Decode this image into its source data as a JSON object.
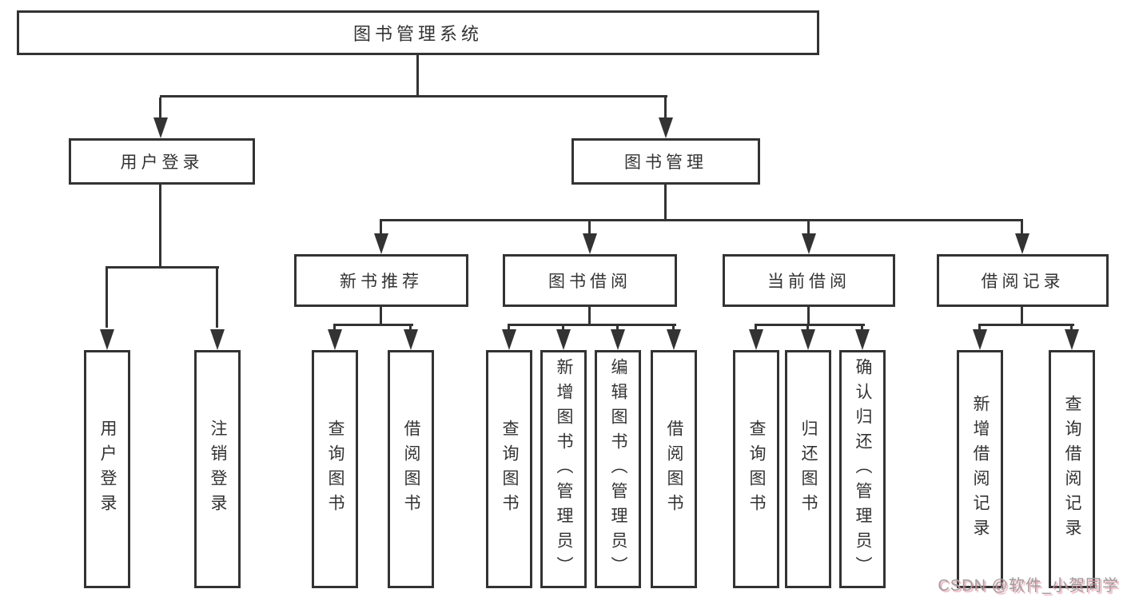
{
  "tree": {
    "root": {
      "label": "图书管理系统"
    },
    "level2": [
      {
        "label": "用户登录",
        "children": [
          {
            "label": "用户登录"
          },
          {
            "label": "注销登录"
          }
        ]
      },
      {
        "label": "图书管理",
        "children": [
          {
            "label": "新书推荐",
            "children": [
              {
                "label": "查询图书"
              },
              {
                "label": "借阅图书"
              }
            ]
          },
          {
            "label": "图书借阅",
            "children": [
              {
                "label": "查询图书"
              },
              {
                "label": "新增图书（管理员）"
              },
              {
                "label": "编辑图书（管理员）"
              },
              {
                "label": "借阅图书"
              }
            ]
          },
          {
            "label": "当前借阅",
            "children": [
              {
                "label": "查询图书"
              },
              {
                "label": "归还图书"
              },
              {
                "label": "确认归还（管理员）"
              }
            ]
          },
          {
            "label": "借阅记录",
            "children": [
              {
                "label": "新增借阅记录"
              },
              {
                "label": "查询借阅记录"
              }
            ]
          }
        ]
      }
    ]
  },
  "watermark": {
    "text": "CSDN @软件_小贺同学"
  },
  "colors": {
    "line": "#333333",
    "text": "#333333",
    "background": "#ffffff",
    "watermark_text": "#9e9e9e",
    "watermark_shadow": "#e06880"
  }
}
